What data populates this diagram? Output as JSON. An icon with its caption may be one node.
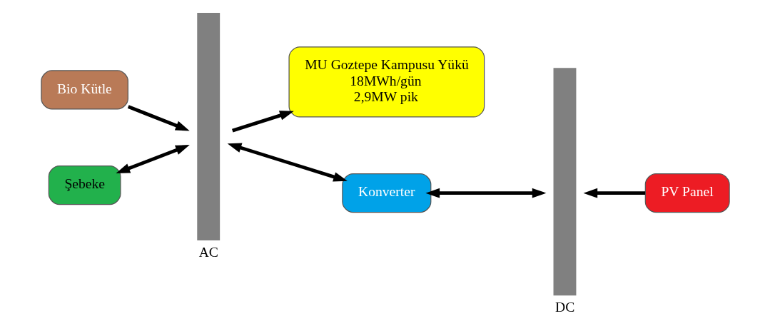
{
  "diagram": {
    "nodes": [
      {
        "text": [
          "Bio Kütle"
        ]
      },
      {
        "text": [
          "AC"
        ]
      },
      {
        "text": [
          "MU Goztepe Kampusu Yükü",
          "18MWh/gün",
          "2,9MW pik"
        ]
      },
      {
        "text": [
          "DC"
        ]
      },
      {
        "text": [
          "PV Panel"
        ]
      },
      {
        "text": [
          "Şebeke"
        ]
      },
      {
        "text": [
          "Konverter"
        ]
      }
    ],
    "edges": [
      {
        "from": 0,
        "to": 1,
        "arrow": "to"
      },
      {
        "from": 1,
        "to": 2,
        "arrow": "to"
      },
      {
        "from": 4,
        "to": 3,
        "arrow": "to"
      },
      {
        "from": 5,
        "to": 1,
        "arrow": "both"
      },
      {
        "from": 1,
        "to": 6,
        "arrow": "both"
      },
      {
        "from": 6,
        "to": 3,
        "arrow": "both"
      }
    ]
  }
}
